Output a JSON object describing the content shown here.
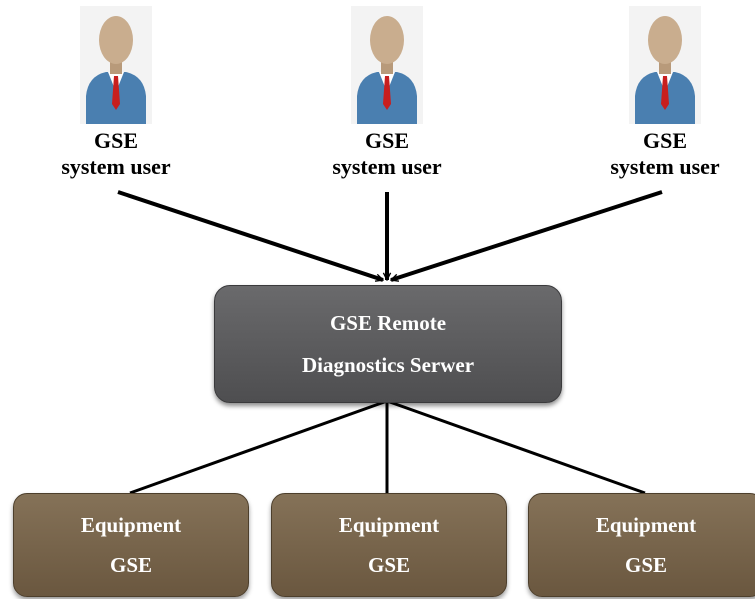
{
  "users": [
    {
      "name": "GSE",
      "role": "system user",
      "icon": "user-avatar-icon"
    },
    {
      "name": "GSE",
      "role": "system user",
      "icon": "user-avatar-icon"
    },
    {
      "name": "GSE",
      "role": "system user",
      "icon": "user-avatar-icon"
    }
  ],
  "server": {
    "line1": "GSE Remote",
    "line2": "Diagnostics Serwer"
  },
  "equipment": [
    {
      "line1": "Equipment",
      "line2": "GSE"
    },
    {
      "line1": "Equipment",
      "line2": "GSE"
    },
    {
      "line1": "Equipment",
      "line2": "GSE"
    }
  ],
  "colors": {
    "server_fill": "#5a5a5c",
    "equipment_fill": "#78664c",
    "box_text": "#ffffff",
    "connector": "#000000",
    "suit": "#4a7fb0",
    "tie": "#c81e1e",
    "skin": "#c9ad8e"
  }
}
